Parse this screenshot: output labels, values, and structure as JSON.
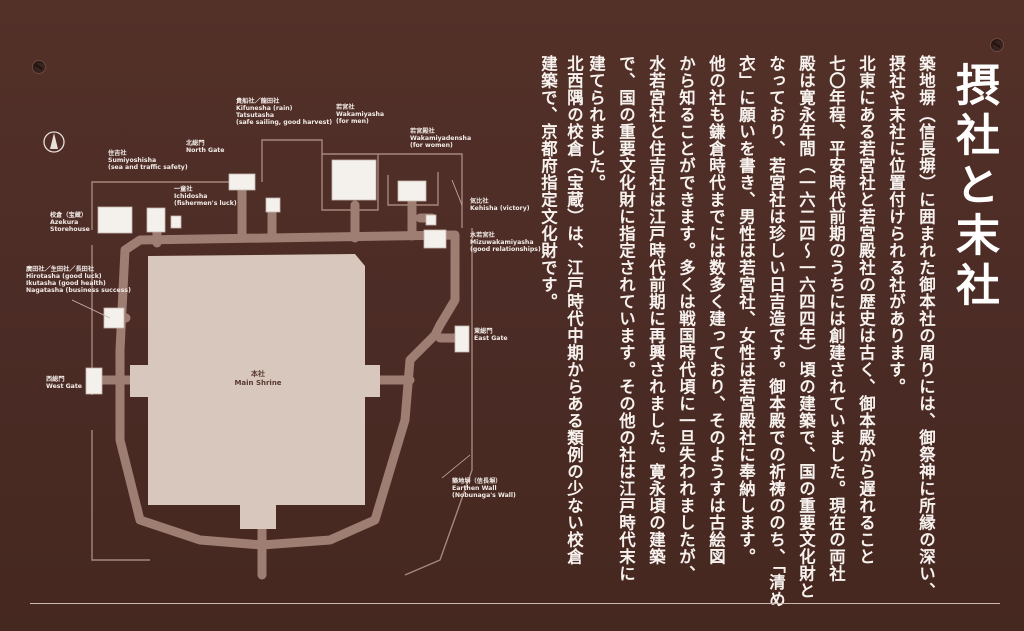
{
  "title": "摂社と末社",
  "body_columns": [
    "築地塀（信長塀）に囲まれた御本社の周りには、御祭神に所縁の深い、",
    "摂社や末社に位置付けられる社があります。",
    "北東にある若宮社と若宮殿社の歴史は古く、御本殿から遅れること",
    "七〇年程、平安時代前期のうちには創建されていました。現在の両社",
    "殿は寛永年間（一六二四〜一六四四年）頃の建築で、国の重要文化財と",
    "なっており、若宮社は珍しい日吉造です。御本殿での祈祷ののち、「清め",
    "衣」に願いを書き、男性は若宮社、女性は若宮殿社に奉納します。",
    "他の社も鎌倉時代までには数多く建っており、そのようすは古絵図",
    "から知ることができます。多くは戦国時代頃に一旦失われましたが、",
    "水若宮社と住吉社は江戸時代前期に再興されました。寛永頃の建築",
    "で、国の重要文化財に指定されています。その他の社は江戸時代末に",
    "建てられました。",
    "北西隅の校倉（宝蔵）は、江戸時代中期からある類例の少ない校倉",
    "建築で、京都府指定文化財です。"
  ],
  "map_labels": {
    "main_shrine": {
      "jp": "本社",
      "en": "Main Shrine"
    },
    "kifunesha": {
      "jp": "貴船社／龍田社",
      "en1": "Kifunesha (rain)",
      "en2": "Tatsutasha",
      "en3": "(safe sailing, good harvest)"
    },
    "wakamiyasha": {
      "jp": "若宮社",
      "en1": "Wakamiyasha",
      "en2": "(for men)"
    },
    "wakamiyadensha": {
      "jp": "若宮殿社",
      "en1": "Wakamiyadensha",
      "en2": "(for women)"
    },
    "sumiyoshisha": {
      "jp": "住吉社",
      "en1": "Sumiyoshisha",
      "en2": "(sea and traffic safety)"
    },
    "north_gate": {
      "jp": "北総門",
      "en": "North Gate"
    },
    "ichidosha": {
      "jp": "一童社",
      "en1": "Ichidosha",
      "en2": "(fishermen's luck)"
    },
    "kehisha": {
      "jp": "気比社",
      "en": "Kehisha (victory)"
    },
    "azekura": {
      "jp": "校倉（宝蔵）",
      "en1": "Azekura",
      "en2": "Storehouse"
    },
    "mizuwakamiyasha": {
      "jp": "水若宮社",
      "en1": "Mizuwakamiyasha",
      "en2": "(good relationships)"
    },
    "hirotasha": {
      "jp": "廣田社／生田社／長田社",
      "en1": "Hirotasha (good luck)",
      "en2": "Ikutasha (good health)",
      "en3": "Nagatasha (business success)"
    },
    "east_gate": {
      "jp": "東総門",
      "en": "East Gate"
    },
    "west_gate": {
      "jp": "西総門",
      "en": "West Gate"
    },
    "earthen_wall": {
      "jp": "築地塀（信長塀）",
      "en1": "Earthen Wall",
      "en2": "(Nobunaga's Wall)"
    }
  },
  "colors": {
    "board": "#4b2b25",
    "path": "#9e7d72",
    "shrine_fill": "#d8c7bc",
    "building": "#f4f0ec",
    "text": "#f7f2ee"
  }
}
